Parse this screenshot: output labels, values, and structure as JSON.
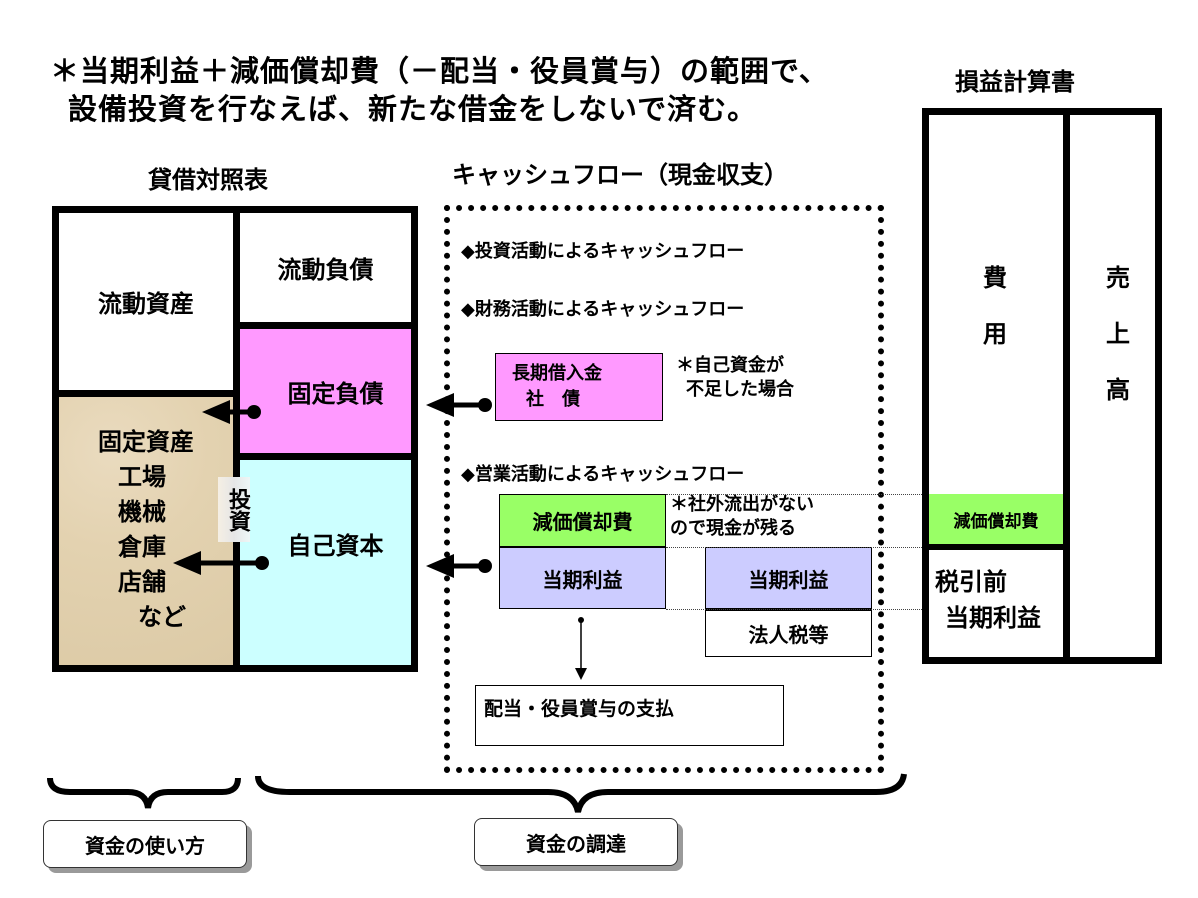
{
  "headline": {
    "line1": "＊当期利益＋減価償却費（－配当・役員賞与）の範囲で、",
    "line2": "設備投資を行なえば、新たな借金をしないで済む。"
  },
  "balance_sheet": {
    "title": "貸借対照表",
    "current_assets": "流動資産",
    "fixed_assets": {
      "title": "固定資産",
      "items": [
        "工場",
        "機械",
        "倉庫",
        "店舗",
        "など"
      ]
    },
    "current_liabilities": "流動負債",
    "fixed_liabilities": "固定負債",
    "equity": "自己資本",
    "investment_label": "投資"
  },
  "cash_flow": {
    "title": "キャッシュフロー（現金収支）",
    "investing": "◆投資活動によるキャッシュフロー",
    "financing": "◆財務活動によるキャッシュフロー",
    "loan_box": {
      "line1": "長期借入金",
      "line2": "社　債"
    },
    "loan_note": {
      "line1": "＊自己資金が",
      "line2": "不足した場合"
    },
    "operating": "◆営業活動によるキャッシュフロー",
    "depreciation": "減価償却費",
    "depreciation_note": {
      "line1": "＊社外流出がない",
      "line2": "ので現金が残る"
    },
    "net_income": "当期利益",
    "net_income_2": "当期利益",
    "corporate_tax": "法人税等",
    "dividends": "配当・役員賞与の支払"
  },
  "income_statement": {
    "title": "損益計算書",
    "expenses": [
      "費",
      "用"
    ],
    "sales": [
      "売",
      "上",
      "高"
    ],
    "depreciation": "減価償却費",
    "pretax_income": {
      "line1": "税引前",
      "line2": "当期利益"
    }
  },
  "footer": {
    "uses_of_funds": "資金の使い方",
    "sources_of_funds": "資金の調達"
  }
}
